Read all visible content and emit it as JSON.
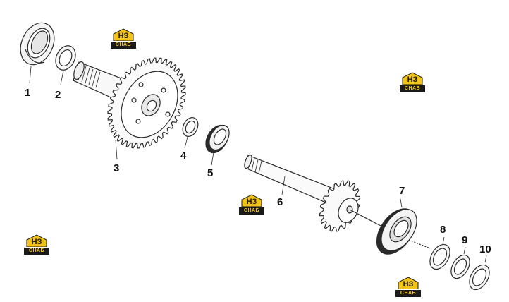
{
  "diagram": {
    "callouts": [
      {
        "id": "1",
        "text": "1"
      },
      {
        "id": "2",
        "text": "2"
      },
      {
        "id": "3",
        "text": "3"
      },
      {
        "id": "4",
        "text": "4"
      },
      {
        "id": "5",
        "text": "5"
      },
      {
        "id": "6",
        "text": "6"
      },
      {
        "id": "7",
        "text": "7"
      },
      {
        "id": "8",
        "text": "8"
      },
      {
        "id": "9",
        "text": "9"
      },
      {
        "id": "10",
        "text": "10"
      }
    ],
    "watermark": {
      "mark": "НЗ",
      "caption": "СНАБ"
    },
    "colors": {
      "line": "#2a2a2a",
      "accent": "#f3c317",
      "dark": "#1a1a1a"
    }
  }
}
